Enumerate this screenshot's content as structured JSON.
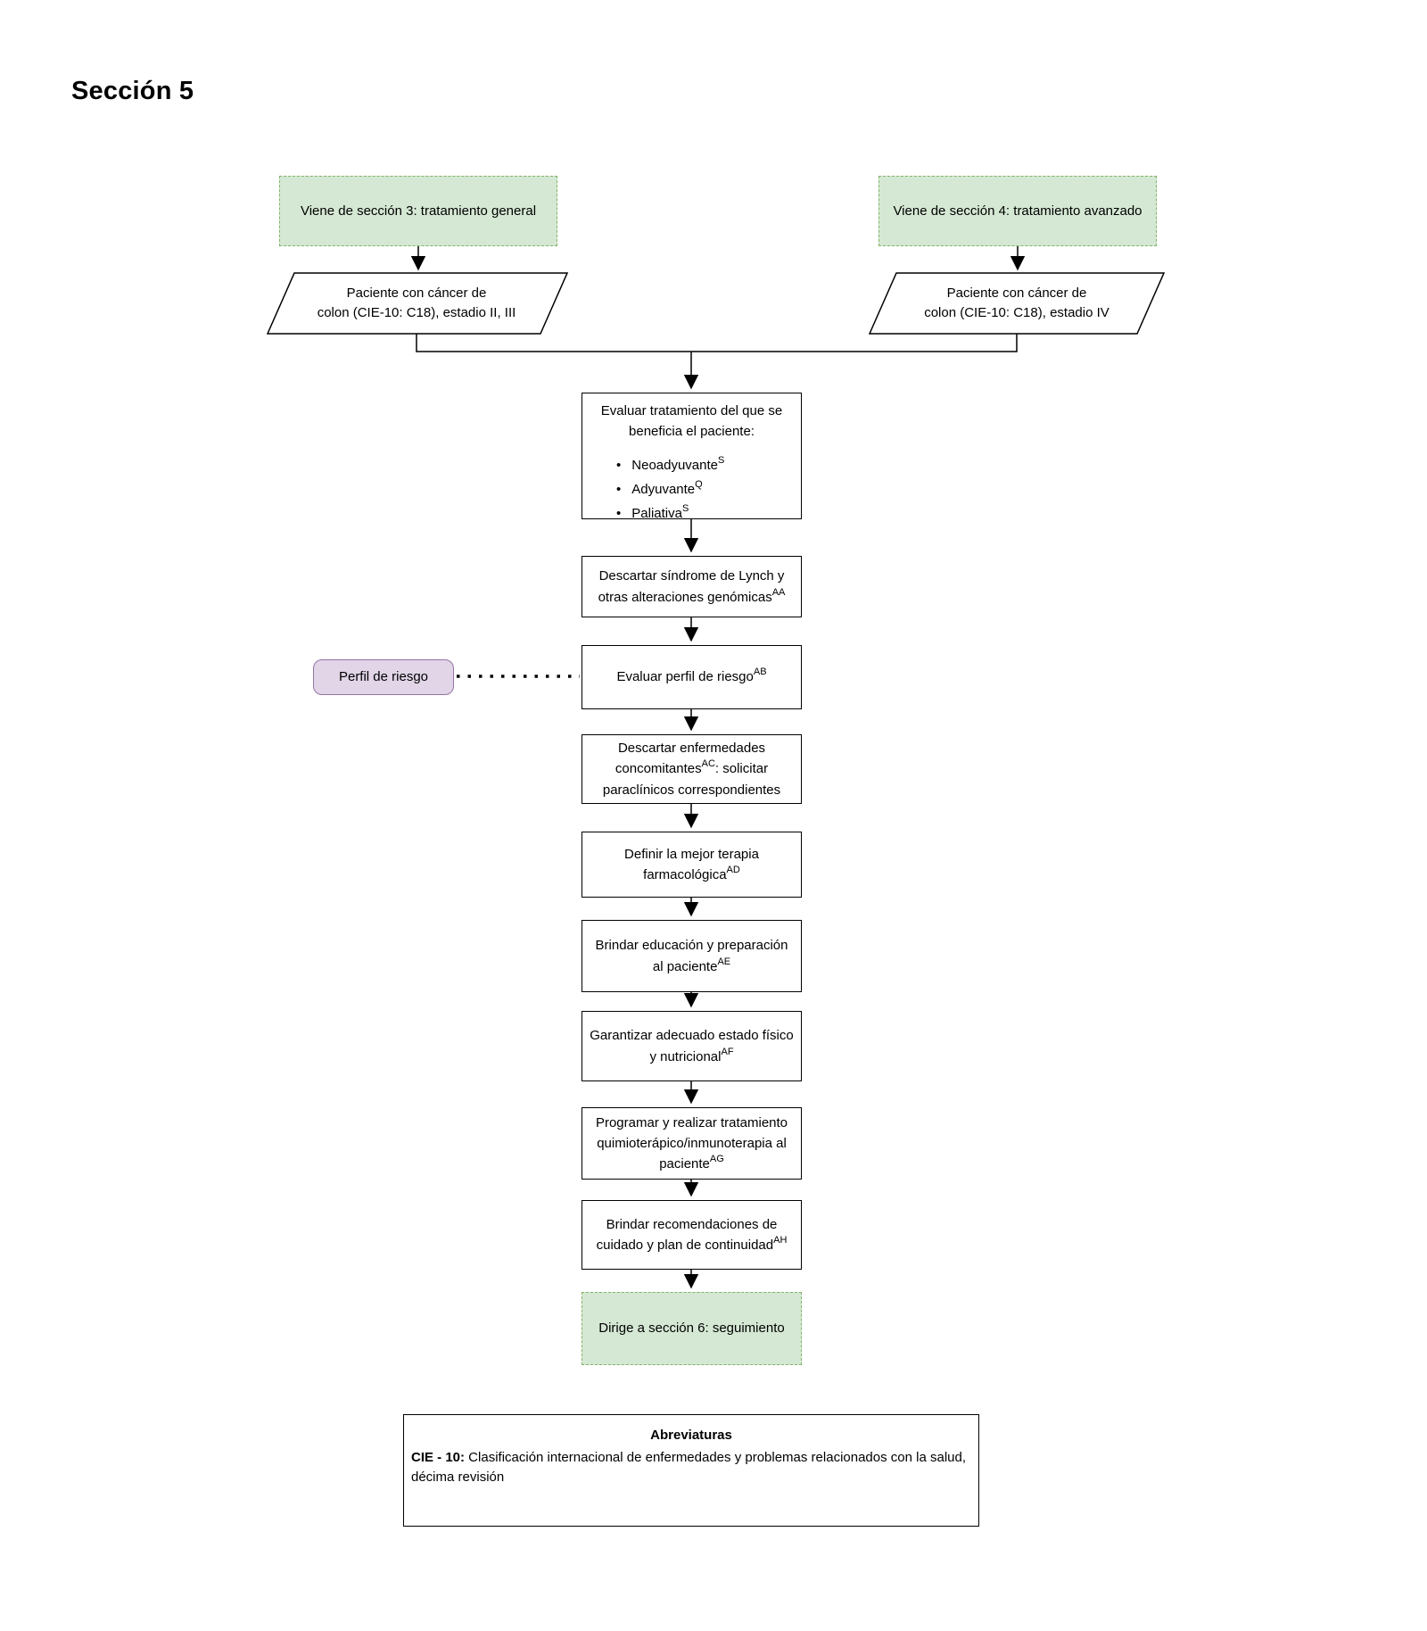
{
  "page": {
    "title": "Sección 5"
  },
  "colors": {
    "green_fill": "#d5e8d4",
    "green_border": "#82b366",
    "purple_fill": "#e1d5e7",
    "purple_border": "#9673a6",
    "line": "#000000"
  },
  "flowchart": {
    "start_nodes": [
      {
        "label": "Viene de sección 3: tratamiento general"
      },
      {
        "label": "Viene de sección 4: tratamiento avanzado"
      }
    ],
    "io_nodes": [
      {
        "line1": "Paciente con cáncer de",
        "line2": "colon (CIE-10: C18), estadio II, III"
      },
      {
        "line1": "Paciente con cáncer de",
        "line2": "colon (CIE-10: C18), estadio IV"
      }
    ],
    "eval_box": {
      "title": "Evaluar tratamiento del que se beneficia el paciente:",
      "bullets": [
        {
          "text": "Neoadyuvante",
          "sup": "S"
        },
        {
          "text": "Adyuvante",
          "sup": "Q"
        },
        {
          "text": "Paliativa",
          "sup": "S"
        }
      ]
    },
    "steps": [
      {
        "pre": "Descartar síndrome de Lynch y otras alteraciones genómicas",
        "sup": "AA",
        "post": ""
      },
      {
        "pre": "Evaluar perfil de riesgo",
        "sup": "AB",
        "post": ""
      },
      {
        "pre": "Descartar enfermedades concomitantes",
        "sup": "AC",
        "post": ": solicitar paraclínicos correspondientes"
      },
      {
        "pre": "Definir la mejor terapia farmacológica",
        "sup": "AD",
        "post": ""
      },
      {
        "pre": "Brindar educación y preparación al paciente",
        "sup": "AE",
        "post": ""
      },
      {
        "pre": "Garantizar adecuado estado físico y nutricional",
        "sup": "AF",
        "post": ""
      },
      {
        "pre": "Programar y realizar tratamiento quimioterápico/inmunoterapia al paciente",
        "sup": "AG",
        "post": ""
      },
      {
        "pre": "Brindar recomendaciones de cuidado y plan de continuidad",
        "sup": "AH",
        "post": ""
      }
    ],
    "side_note": {
      "label": "Perfil de riesgo"
    },
    "end_node": {
      "label": "Dirige a sección 6: seguimiento"
    },
    "abbreviations": {
      "title": "Abreviaturas",
      "term": "CIE - 10:",
      "definition": " Clasificación internacional de enfermedades y problemas relacionados con la salud, décima revisión"
    }
  }
}
